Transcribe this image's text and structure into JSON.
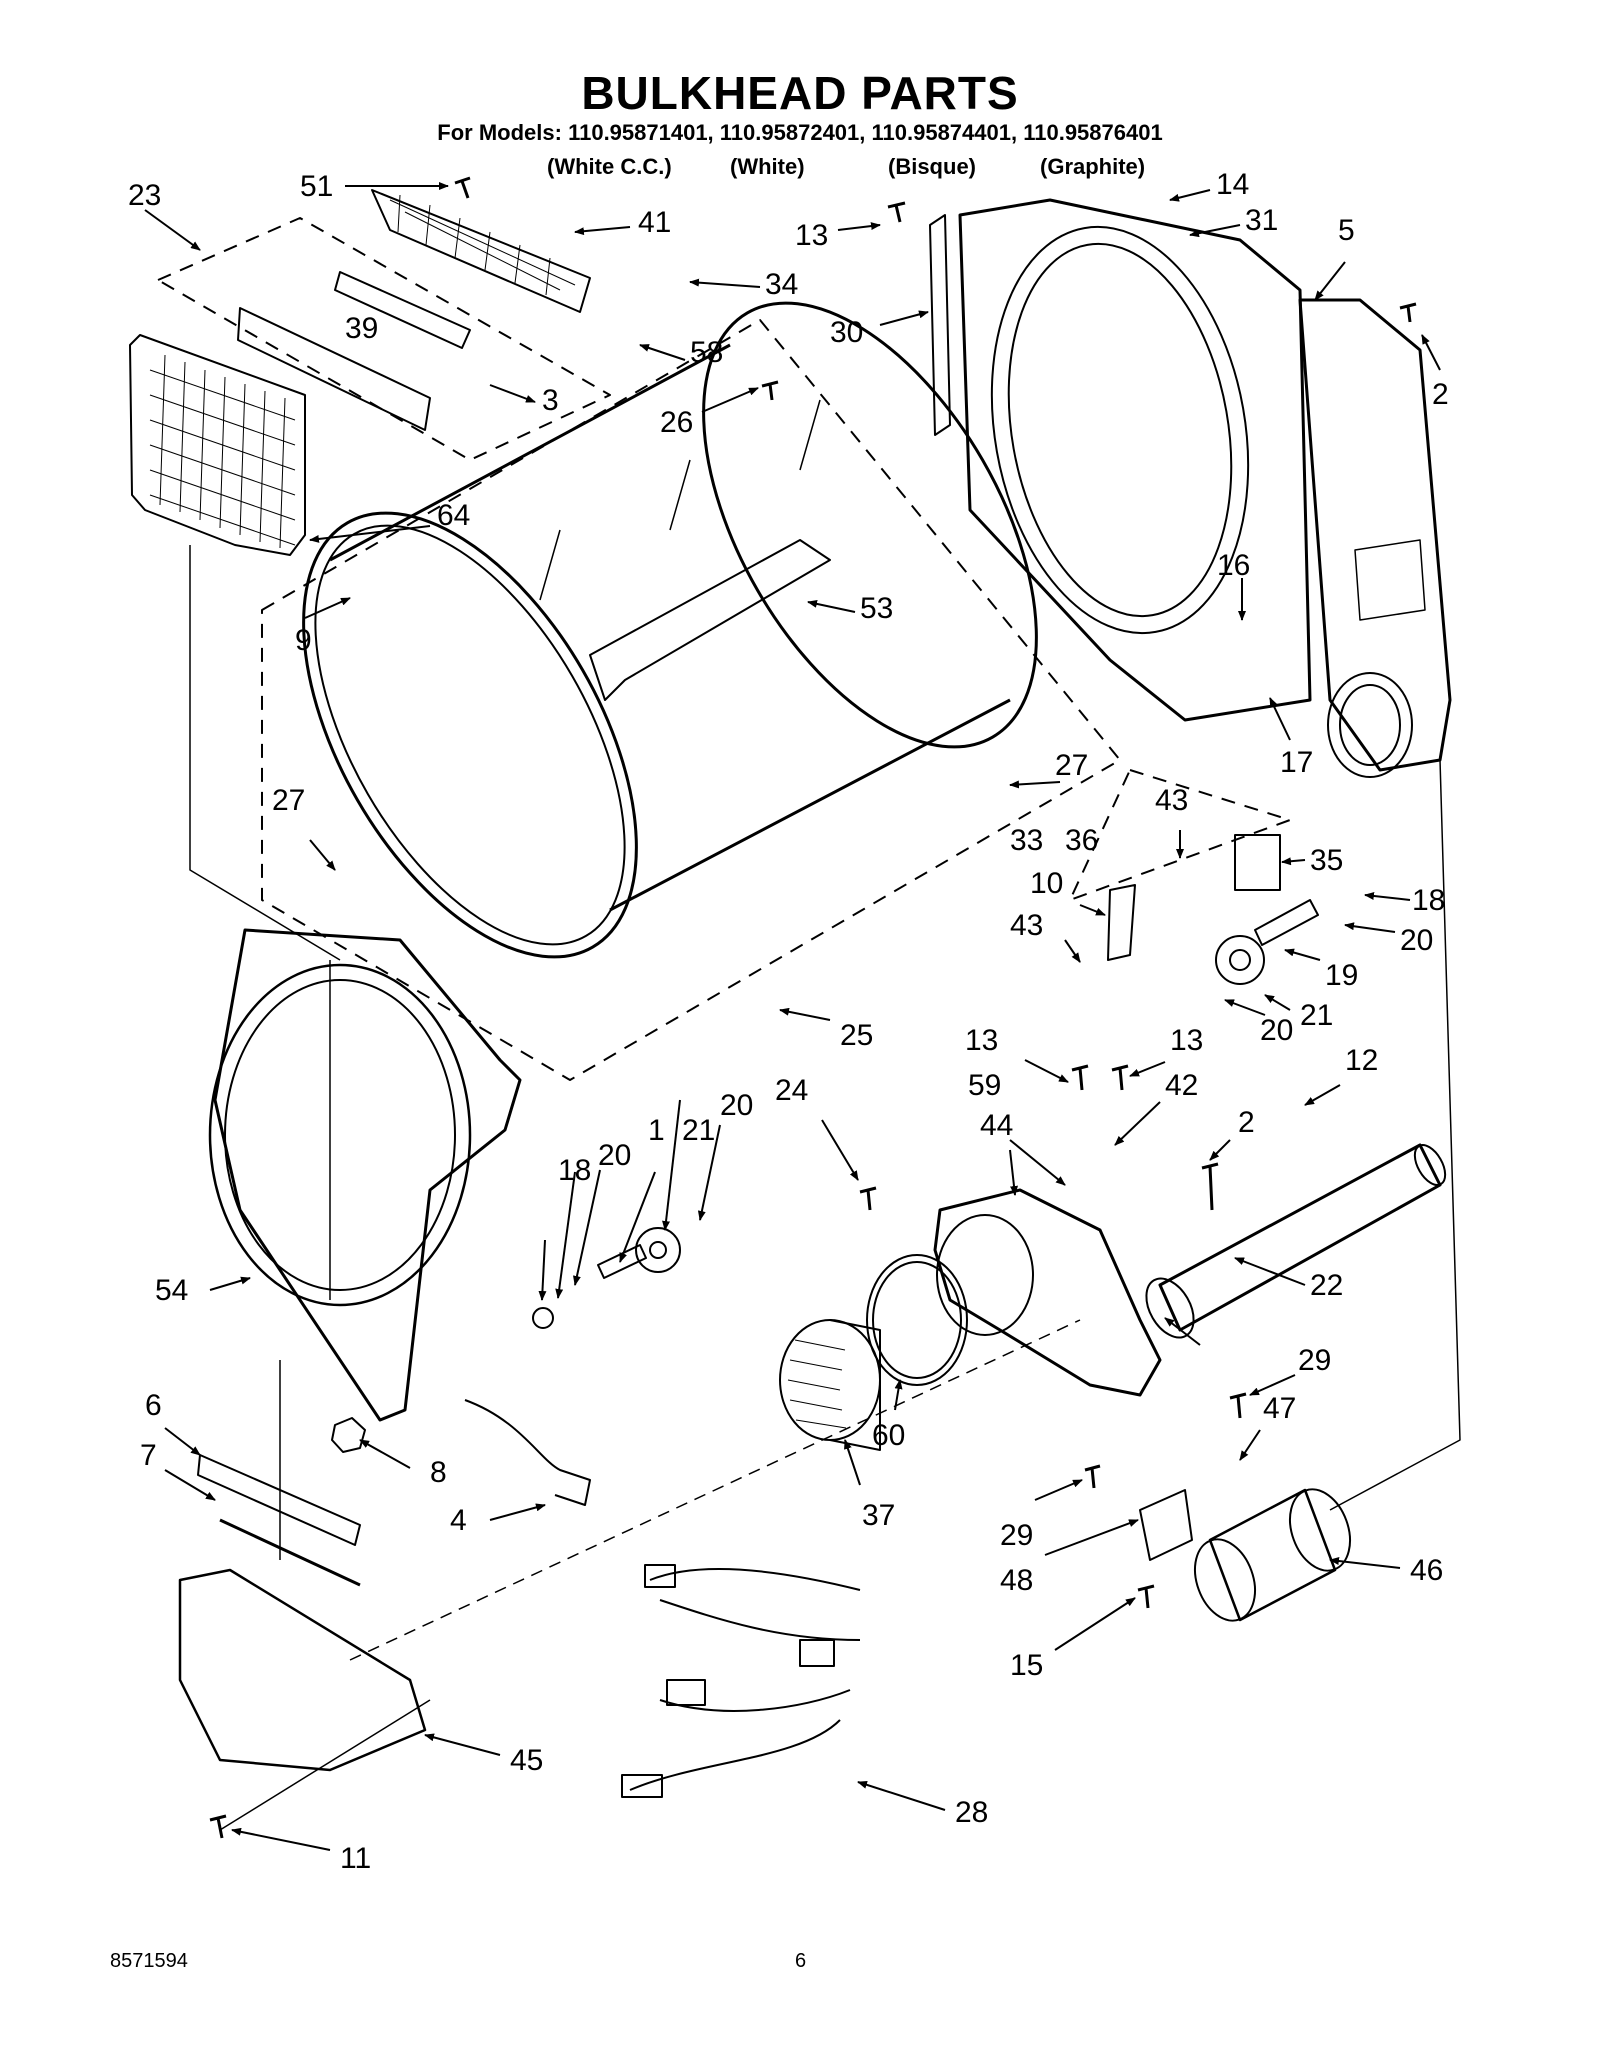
{
  "header": {
    "title": "BULKHEAD PARTS",
    "models": "For Models: 110.95871401, 110.95872401, 110.95874401, 110.95876401",
    "colors": [
      "(White C.C.)",
      "(White)",
      "(Bisque)",
      "(Graphite)"
    ]
  },
  "callouts": [
    {
      "id": "23",
      "label": "23"
    },
    {
      "id": "51",
      "label": "51"
    },
    {
      "id": "41",
      "label": "41"
    },
    {
      "id": "34",
      "label": "34"
    },
    {
      "id": "58",
      "label": "58"
    },
    {
      "id": "39",
      "label": "39"
    },
    {
      "id": "3",
      "label": "3"
    },
    {
      "id": "64",
      "label": "64"
    },
    {
      "id": "9",
      "label": "9"
    },
    {
      "id": "27a",
      "label": "27"
    },
    {
      "id": "13a",
      "label": "13"
    },
    {
      "id": "30",
      "label": "30"
    },
    {
      "id": "26",
      "label": "26"
    },
    {
      "id": "53",
      "label": "53"
    },
    {
      "id": "14",
      "label": "14"
    },
    {
      "id": "31",
      "label": "31"
    },
    {
      "id": "5",
      "label": "5"
    },
    {
      "id": "2a",
      "label": "2"
    },
    {
      "id": "16",
      "label": "16"
    },
    {
      "id": "17",
      "label": "17"
    },
    {
      "id": "27b",
      "label": "27"
    },
    {
      "id": "33",
      "label": "33"
    },
    {
      "id": "36",
      "label": "36"
    },
    {
      "id": "43a",
      "label": "43"
    },
    {
      "id": "35",
      "label": "35"
    },
    {
      "id": "10",
      "label": "10"
    },
    {
      "id": "43b",
      "label": "43"
    },
    {
      "id": "18a",
      "label": "18"
    },
    {
      "id": "20a",
      "label": "20"
    },
    {
      "id": "19",
      "label": "19"
    },
    {
      "id": "21a",
      "label": "21"
    },
    {
      "id": "20b",
      "label": "20"
    },
    {
      "id": "25",
      "label": "25"
    },
    {
      "id": "13b",
      "label": "13"
    },
    {
      "id": "13c",
      "label": "13"
    },
    {
      "id": "12",
      "label": "12"
    },
    {
      "id": "59",
      "label": "59"
    },
    {
      "id": "42",
      "label": "42"
    },
    {
      "id": "24",
      "label": "24"
    },
    {
      "id": "44",
      "label": "44"
    },
    {
      "id": "2b",
      "label": "2"
    },
    {
      "id": "20c",
      "label": "20"
    },
    {
      "id": "21b",
      "label": "21"
    },
    {
      "id": "18b",
      "label": "18"
    },
    {
      "id": "20d",
      "label": "20"
    },
    {
      "id": "1",
      "label": "1"
    },
    {
      "id": "22",
      "label": "22"
    },
    {
      "id": "54",
      "label": "54"
    },
    {
      "id": "6",
      "label": "6"
    },
    {
      "id": "7",
      "label": "7"
    },
    {
      "id": "8",
      "label": "8"
    },
    {
      "id": "60",
      "label": "60"
    },
    {
      "id": "4",
      "label": "4"
    },
    {
      "id": "37",
      "label": "37"
    },
    {
      "id": "29a",
      "label": "29"
    },
    {
      "id": "47",
      "label": "47"
    },
    {
      "id": "29b",
      "label": "29"
    },
    {
      "id": "48",
      "label": "48"
    },
    {
      "id": "46",
      "label": "46"
    },
    {
      "id": "15",
      "label": "15"
    },
    {
      "id": "45",
      "label": "45"
    },
    {
      "id": "28",
      "label": "28"
    },
    {
      "id": "11",
      "label": "11"
    }
  ],
  "footer": {
    "part_number": "8571594",
    "page_number": "6"
  }
}
